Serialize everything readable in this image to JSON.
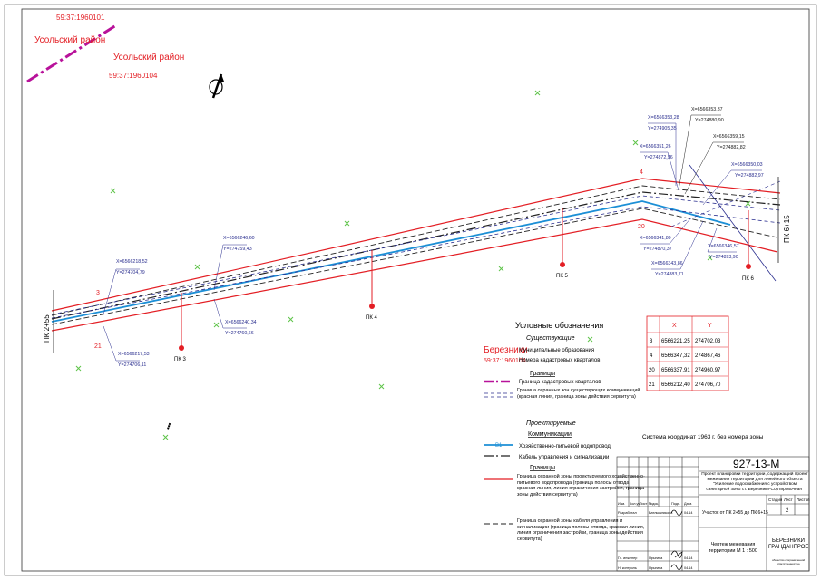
{
  "districts": {
    "label_a": "Усольский район",
    "label_b": "Усольский район",
    "code_a": "59:37:1960101",
    "code_b": "59:37:1960104"
  },
  "pickets": [
    {
      "label": "ПК 3"
    },
    {
      "label": "ПК 4"
    },
    {
      "label": "ПК 5"
    },
    {
      "label": "ПК 6"
    }
  ],
  "pk_start": "ПК 2+55",
  "pk_end": "ПК 6+15",
  "point_numbers": [
    "3",
    "21",
    "4",
    "20"
  ],
  "coord_callouts": [
    {
      "x": "Х=6566218,52",
      "y": "Y=274704,79"
    },
    {
      "x": "Х=6566217,53",
      "y": "Y=274706,11"
    },
    {
      "x": "Х=6566246,60",
      "y": "Y=274759,43"
    },
    {
      "x": "Х=6566240,34",
      "y": "Y=274760,66"
    },
    {
      "x": "Х=6566353,28",
      "y": "Y=274905,35"
    },
    {
      "x": "Х=6566351,26",
      "y": "Y=274872,96"
    },
    {
      "x": "Х=6566353,37",
      "y": "Y=274880,90"
    },
    {
      "x": "Х=6566359,15",
      "y": "Y=274882,82"
    },
    {
      "x": "Х=6566350,03",
      "y": "Y=274882,97"
    },
    {
      "x": "Х=6566341,80",
      "y": "Y=274870,37"
    },
    {
      "x": "Х=6566343,86",
      "y": "Y=274883,71"
    },
    {
      "x": "Х=6566346,57",
      "y": "Y=274893,90"
    }
  ],
  "coord_table": {
    "headers": [
      "",
      "X",
      "Y"
    ],
    "rows": [
      [
        "3",
        "6566221,25",
        "274702,03"
      ],
      [
        "4",
        "6566347,32",
        "274867,46"
      ],
      [
        "20",
        "6566337,91",
        "274960,97"
      ],
      [
        "21",
        "6566212,40",
        "274706,70"
      ]
    ]
  },
  "legend": {
    "title": "Условные обозначения",
    "existing": "Существующие",
    "municipal_label": "Муниципальные образования",
    "municipal_sample": "Березники",
    "cadastral_label": "Номера кадастровых кварталов",
    "cadastral_sample": "59:37:1960104",
    "borders": "Границы",
    "cadastral_border": "Граница кадастровых кварталов",
    "existing_zone": "Граница охранных зон существующих коммуникаций (красная линия, граница зоны действия сервитута)",
    "projected": "Проектируемые",
    "communications": "Коммуникации",
    "water_pipe": "Хозяйственно-питьевой водопровод",
    "water_pipe_tag": "В1",
    "cable": "Кабель управления и сигнализации",
    "borders2": "Границы",
    "water_zone": "Граница охранной зоны проектируемого хозяйственно-питьевого водопровода (граница полосы отвода, красная линия, линия ограничения застройки, граница зоны действия сервитута)",
    "cable_zone": "Граница охранной зоны кабеля управления и сигнализации (граница полосы отвода, красная линия, линия ограничения застройки, граница зоны действия сервитута)"
  },
  "coord_system": "Система координат 1963 г. без номера зоны",
  "title_block": {
    "code": "927-13-М",
    "project": "Проект планировки территории, содержащий проект межевания территории для линейного объекта \"Усиление водоснабжения с устройством санитарной зоны ст. Березники-Сортировочная\"",
    "section": "Участок от ПК 2+55 до ПК 6+15",
    "drawing": "Чертеж межевания территории М 1 : 500",
    "company": "БЕРЕЗНИКИ ГРАНДАНПРОЕКТ",
    "company_sub": "общество с ограниченной ответственностью",
    "col_heads": [
      "Изм.",
      "Кол.уч.",
      "Лист",
      "№док.",
      "Подп.",
      "Дата"
    ],
    "stage_heads": [
      "Стадия",
      "Лист",
      "Листов"
    ],
    "sheet_no": "2",
    "roles": [
      {
        "role": "Разработал",
        "name": "Ватлышникова",
        "date": "04.14"
      },
      {
        "role": "Гл. инженер",
        "name": "Ярыгина",
        "date": "04.14"
      },
      {
        "role": "Н. контроль",
        "name": "Ярыгина",
        "date": "04.14"
      }
    ]
  },
  "colors": {
    "red": "#e31e24",
    "blue": "#1c8fd6",
    "navy": "#2b2f8f",
    "magenta": "#b8129a",
    "green": "#5fc44a",
    "dark": "#222222"
  }
}
